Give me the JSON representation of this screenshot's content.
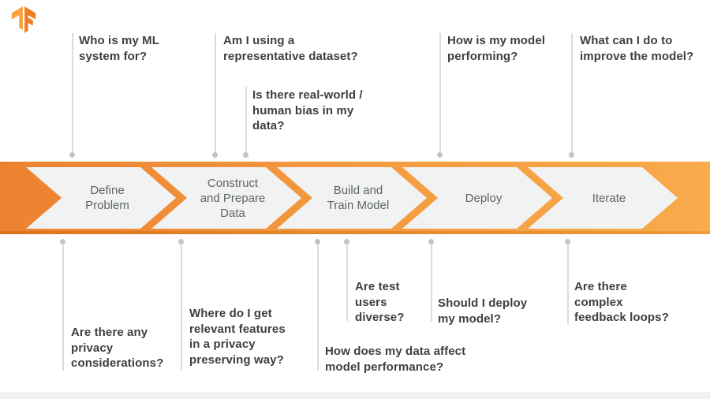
{
  "logo": {
    "icon": "tensorflow-logo"
  },
  "colors": {
    "band_gradient_start": "#ED8130",
    "band_gradient_end": "#F8AC4B",
    "band_bottom_shade": "#DB7421",
    "chevron_fill": "#F1F2F2",
    "stage_text": "#5F6368",
    "question_text": "#3C4043",
    "leader_line": "#DADCE0",
    "leader_dot": "#C2C4C6",
    "logo_light_orange": "#F9A13B",
    "logo_dark_orange": "#ED7F23"
  },
  "stages": [
    {
      "label": "Define\nProblem"
    },
    {
      "label": "Construct\nand Prepare\nData"
    },
    {
      "label": "Build and\nTrain Model"
    },
    {
      "label": "Deploy"
    },
    {
      "label": "Iterate"
    }
  ],
  "top_questions": [
    {
      "text": "Who is my ML\nsystem for?"
    },
    {
      "text": "Am I using a\nrepresentative dataset?"
    },
    {
      "text": "Is there real-world /\nhuman bias in my\ndata?"
    },
    {
      "text": "How is my model\nperforming?"
    },
    {
      "text": "What can I do to\nimprove the model?"
    }
  ],
  "bottom_questions": [
    {
      "text": "Are there any\nprivacy\nconsiderations?"
    },
    {
      "text": "Where do I get\nrelevant features\nin a privacy\npreserving way?"
    },
    {
      "text": "Are test\nusers\ndiverse?"
    },
    {
      "text": "How does my data affect\nmodel performance?"
    },
    {
      "text": "Should I deploy\nmy model?"
    },
    {
      "text": "Are there\ncomplex\nfeedback loops?"
    }
  ]
}
